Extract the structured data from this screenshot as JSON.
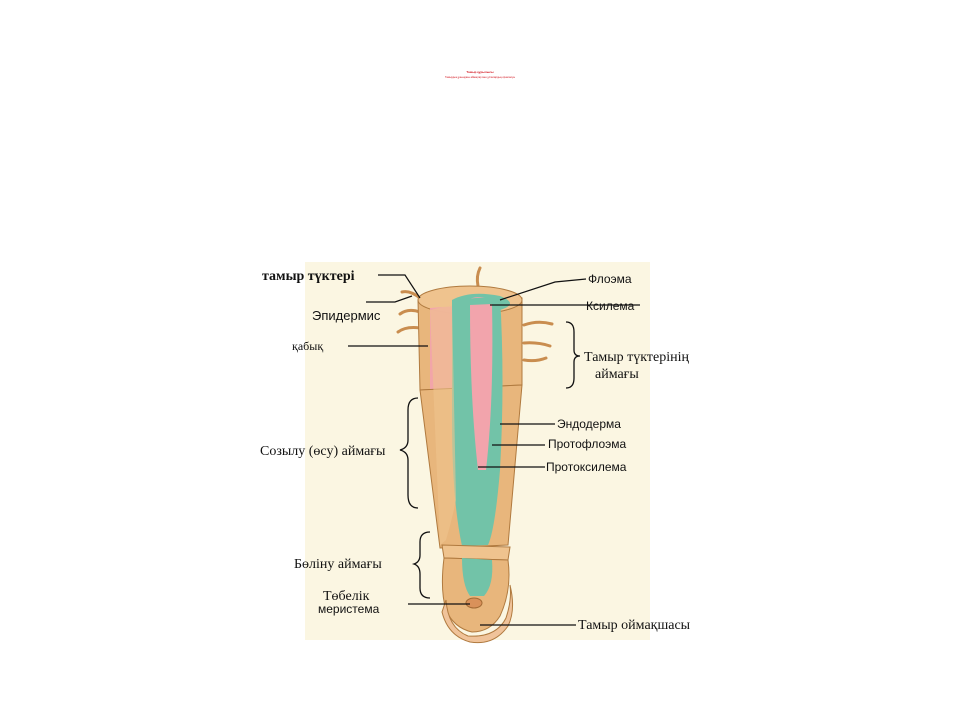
{
  "slide": {
    "title": "Тамыр құрылысы",
    "subtitle": "Тамырдың ұшындағы аймақтар мен ұлпалардың орналасуы"
  },
  "diagram": {
    "labels": {
      "root_hairs": "тамыр түктері",
      "epidermis": "Эпидермис",
      "cortex": "қабық",
      "phloem": "Флоэма",
      "xylem": "Ксилема",
      "root_hair_zone_line1": "Тамыр түктерінің",
      "root_hair_zone_line2": "аймағы",
      "endoderm": "Эндодерма",
      "protophloem": "Протофлоэма",
      "protoxylem": "Протоксилема",
      "elongation_zone": "Созылу (өсу) аймағы",
      "division_zone": "Бөліну аймағы",
      "apical_line1": "Төбелік",
      "apical_line2": "меристема",
      "root_cap": "Тамыр оймақшасы"
    },
    "colors": {
      "background_panel": "#fbf6e2",
      "cortex": "#e8b67c",
      "cortex_dark": "#c98d4f",
      "xylem": "#f2a4ac",
      "phloem": "#72c3a8",
      "root_cap": "#f0c39a"
    }
  }
}
